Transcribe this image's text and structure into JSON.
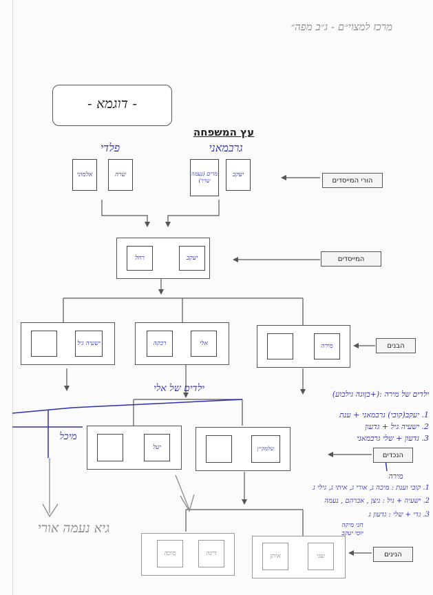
{
  "header": {
    "note": "מרכז למצוי״ם - ג״ב מפה״"
  },
  "example_box": {
    "label": "- דוגמא -"
  },
  "diagram": {
    "title": "עץ המשפחה",
    "founder_parents": {
      "left_family": "פלדי",
      "right_family": "גרבמאני",
      "left_people": [
        "אלמוני",
        "שרה"
      ],
      "right_people": [
        "מרים (נעמה שרר)",
        "יעקב"
      ]
    },
    "founders": {
      "people": [
        "רחל",
        "יעקב"
      ]
    },
    "children": {
      "left_unit": [
        "",
        "ישעיה גיל"
      ],
      "middle_unit": [
        "רבקה",
        "אלי"
      ],
      "right_unit": [
        "",
        "מירה"
      ]
    },
    "children_note": "ילדים של אלי",
    "grandchildren": {
      "side_unit": "מיכל",
      "left_unit": [
        "",
        "יעל"
      ],
      "right_unit": [
        "",
        "שלמקיין"
      ]
    },
    "great_grandchildren": {
      "left_unit": [
        "מיכה",
        "דינה"
      ],
      "right_unit": [
        "איתן",
        "שני"
      ]
    },
    "gray_note": "גיא נעמה אורי"
  },
  "side_labels": {
    "founder_parents": "הורי המייסדים",
    "founders": "המייסדים",
    "children": "הבנים",
    "grandchildren": "הנכדים",
    "great_grandchildren": "הנינים"
  },
  "notes_children": {
    "title": "ילדים של מירה :(+בןוגה גילבוע)",
    "lines": [
      "1. יעקב(קובי) גרבמאני + ענת",
      "2. ישעיה גיל + גדעון",
      "3. גדעון + שלי גרבמאני"
    ]
  },
  "notes_grandchildren": {
    "title": "מירה",
    "lines": [
      "1. קובי וענת : מיכה ג, אורי ג, איתי ג, גילי ג",
      "2. ישעיה + גיל : ניצן , אברהם , נעמה",
      "3. גדי + שלי : גדעון ג"
    ],
    "extra": [
      "חני מיקה",
      "יוסי יעקב"
    ]
  }
}
